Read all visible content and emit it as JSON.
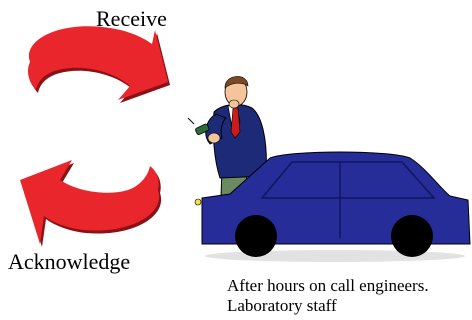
{
  "labels": {
    "receive": "Receive",
    "acknowledge": "Acknowledge"
  },
  "caption": {
    "line1": "After hours on call engineers.",
    "line2": "Laboratory staff"
  },
  "icons": {
    "receive_arrow": "curved-arrow-right-icon",
    "acknowledge_arrow": "curved-arrow-left-icon",
    "person": "man-on-phone-icon",
    "vehicle": "car-icon"
  },
  "colors": {
    "arrow_red": "#e8262b",
    "arrow_shadow": "#8a1216",
    "car_blue": "#262c98",
    "suit_navy": "#1c2a78",
    "tie_red": "#cc1b1b",
    "skin": "#f4c59a",
    "hair": "#7b4a23",
    "trousers": "#6b8a60",
    "wheel": "#000000"
  }
}
